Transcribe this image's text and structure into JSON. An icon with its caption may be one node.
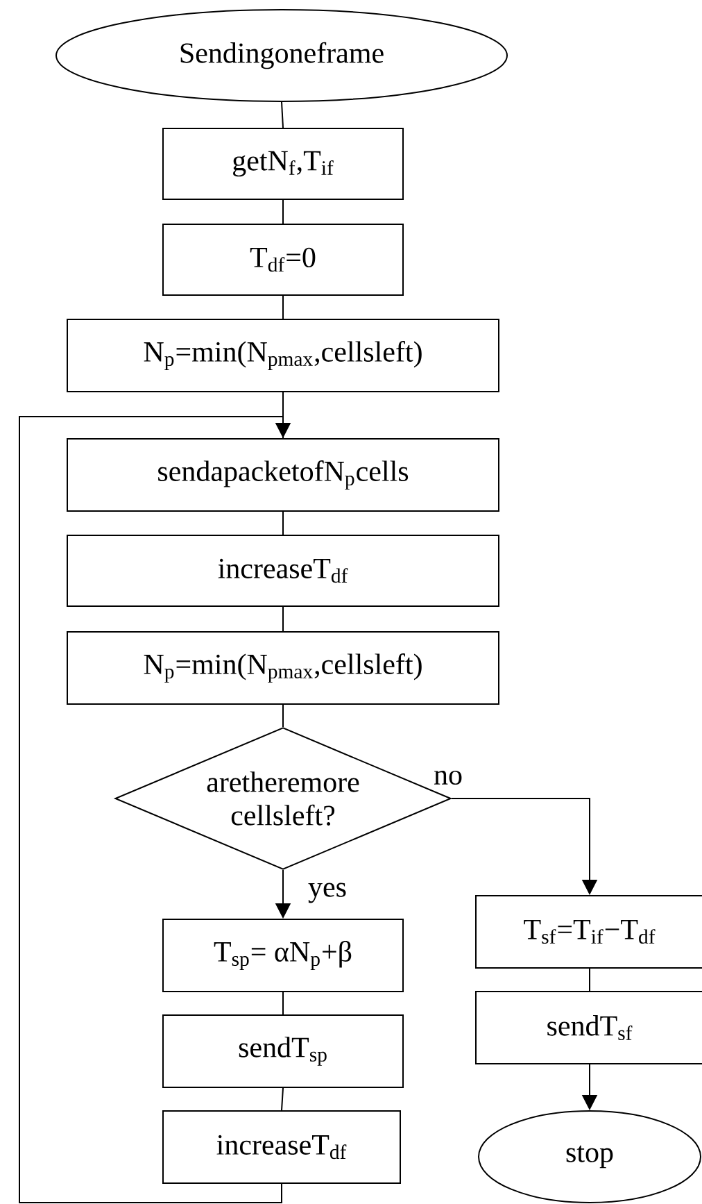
{
  "diagram": {
    "nodes": [
      {
        "text": [
          "Sendingoneframe"
        ]
      },
      {
        "text": [
          "getN$_{f}$,T$_{if}$"
        ]
      },
      {
        "text": [
          "T$_{df}$=0"
        ]
      },
      {
        "text": [
          "N$_{p}$=min(N$_{pmax}$,cellsleft)"
        ]
      },
      {
        "text": [
          "sendapacketofN$_{p}$cells"
        ]
      },
      {
        "text": [
          "increaseT$_{df}$"
        ]
      },
      {
        "text": [
          "N$_{p}$=min(N$_{pmax}$,cellsleft)"
        ]
      },
      {
        "text": [
          "aretheremore cellsleft?"
        ]
      },
      {
        "text": [
          "T$_{sp}$= αN$_{p}$+β"
        ]
      },
      {
        "text": [
          "sendT$_{sp}$"
        ]
      },
      {
        "text": [
          "increaseT$_{df}$"
        ]
      },
      {
        "text": [
          "T$_{sf}$=T$_{if}$−T$_{df}$"
        ]
      },
      {
        "text": [
          "sendT$_{sf}$"
        ]
      },
      {
        "text": [
          "stop"
        ]
      }
    ],
    "edges": [
      {
        "from": 0,
        "to": 1,
        "arrow": "none"
      },
      {
        "from": 1,
        "to": 2,
        "arrow": "none"
      },
      {
        "from": 2,
        "to": 3,
        "arrow": "none"
      },
      {
        "from": 3,
        "to": 4,
        "arrow": "none"
      },
      {
        "from": 4,
        "to": 5,
        "arrow": "none"
      },
      {
        "from": 5,
        "to": 6,
        "arrow": "none"
      },
      {
        "from": 6,
        "to": 7,
        "arrow": "none"
      },
      {
        "from": 7,
        "to": 8,
        "arrow": "to",
        "label": "yes"
      },
      {
        "from": 7,
        "to": 11,
        "arrow": "to",
        "label": "no"
      },
      {
        "from": 8,
        "to": 9,
        "arrow": "none"
      },
      {
        "from": 9,
        "to": 10,
        "arrow": "none"
      },
      {
        "from": 11,
        "to": 12,
        "arrow": "none"
      },
      {
        "from": 12,
        "to": 13,
        "arrow": "to"
      },
      {
        "from": 10,
        "to": 4,
        "arrow": "to"
      }
    ]
  }
}
